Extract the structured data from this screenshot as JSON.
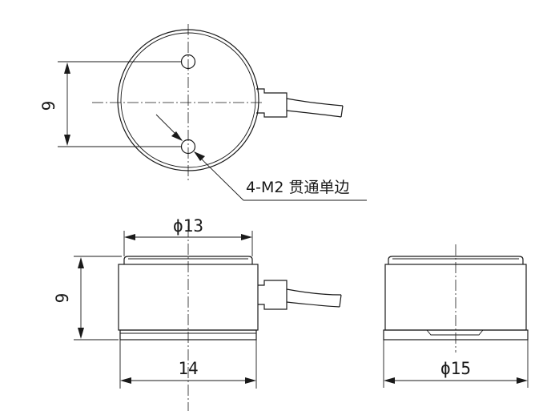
{
  "top_view": {
    "height_dim": "9",
    "hole_callout": "4-M2 贯通单边"
  },
  "front_view": {
    "top_diameter": "ϕ13",
    "height_dim": "9",
    "bottom_width": "14"
  },
  "side_view": {
    "bottom_diameter": "ϕ15"
  }
}
